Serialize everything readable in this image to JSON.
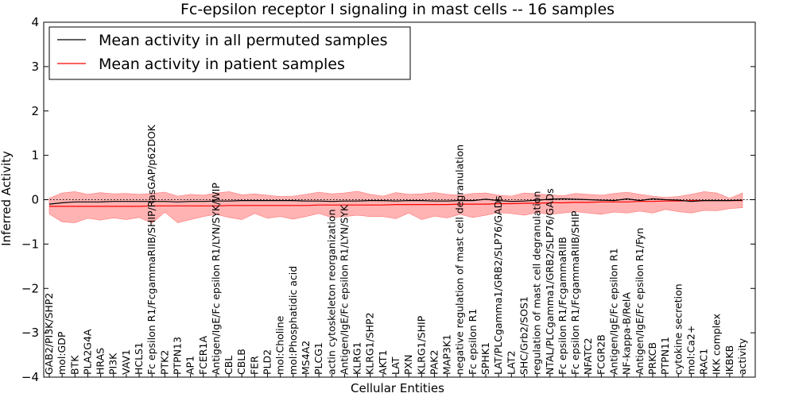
{
  "chart_data": {
    "type": "line",
    "title": "Fc-epsilon receptor I signaling in mast cells -- 16 samples",
    "xlabel": "Cellular Entities",
    "ylabel": "Inferred Activity",
    "ylim": [
      -4,
      4
    ],
    "yticks": [
      -4,
      -3,
      -2,
      -1,
      0,
      1,
      2,
      3,
      4
    ],
    "legend_position": "top-left",
    "zero_line": "dotted",
    "colors": {
      "permuted": "#000000",
      "patient": "#ff0000",
      "band": "#ff9999"
    },
    "categories": [
      "GAB2/PI3K/SHP2",
      "mol:GDP",
      "BTK",
      "PLA2G4A",
      "HRAS",
      "PI3K",
      "VAV1",
      "HCLS1",
      "Fc epsilon R1/FcgammaRIIB/SHIP/RasGAP/p62DOK",
      "PTK2",
      "PTPN13",
      "AP1",
      "FCER1A",
      "Antigen/IgE/Fc epsilon R1/LYN/SYK/WIP",
      "CBL",
      "CBLB",
      "FER",
      "PLD2",
      "mol:Choline",
      "mol:Phosphatidic acid",
      "MS4A2",
      "PLCG1",
      "actin cytoskeleton reorganization",
      "Antigen/IgE/Fc epsilon R1/LYN/SYK",
      "KLRG1",
      "KLRG1/SHP2",
      "AKT1",
      "LAT",
      "PXN",
      "KLRG1/SHIP",
      "PAK2",
      "MAP3K1",
      "negative regulation of mast cell degranulation",
      "Fc epsilon R1",
      "SPHK1",
      "LAT/PLCgamma1/GRB2/SLP76/GADs",
      "LAT2",
      "SHC/Grb2/SOS1",
      "regulation of mast cell degranulation",
      "NTAL/PLCgamma1/GRB2/SLP76/GADs",
      "Fc epsilon R1/FcgammaRIIB",
      "Fc epsilon R1/FcgammaRIIB/SHIP",
      "NFATC2",
      "FCGR2B",
      "Antigen/IgE/Fc epsilon R1",
      "NF-kappa-B/RelA",
      "Antigen/IgE/Fc epsilon R1/Fyn",
      "PRKCB",
      "PTPN11",
      "cytokine secretion",
      "mol:Ca2+",
      "RAC1",
      "IKK complex",
      "IKBKB",
      "activity"
    ],
    "series": [
      {
        "name": "Mean activity in all permuted samples",
        "values": [
          -0.1,
          -0.07,
          -0.05,
          -0.05,
          -0.05,
          -0.04,
          -0.04,
          -0.04,
          -0.04,
          -0.04,
          -0.05,
          -0.04,
          -0.04,
          -0.03,
          -0.03,
          -0.02,
          -0.02,
          -0.02,
          -0.02,
          -0.02,
          -0.03,
          -0.03,
          -0.04,
          -0.03,
          -0.03,
          -0.02,
          -0.02,
          -0.03,
          -0.02,
          -0.02,
          -0.03,
          -0.03,
          -0.02,
          -0.02,
          0.01,
          -0.02,
          -0.04,
          -0.03,
          -0.01,
          0.01,
          0.02,
          0.01,
          0.0,
          -0.01,
          -0.02,
          0.02,
          -0.02,
          0.02,
          0.0,
          -0.01,
          -0.04,
          -0.02,
          -0.02,
          -0.02,
          -0.01
        ]
      },
      {
        "name": "Mean activity in patient samples",
        "values": [
          -0.15,
          -0.15,
          -0.15,
          -0.15,
          -0.15,
          -0.15,
          -0.15,
          -0.15,
          -0.14,
          -0.14,
          -0.14,
          -0.14,
          -0.14,
          -0.14,
          -0.13,
          -0.13,
          -0.13,
          -0.13,
          -0.13,
          -0.13,
          -0.13,
          -0.12,
          -0.12,
          -0.12,
          -0.12,
          -0.12,
          -0.12,
          -0.11,
          -0.11,
          -0.11,
          -0.11,
          -0.11,
          -0.1,
          -0.1,
          -0.1,
          -0.09,
          -0.09,
          -0.08,
          -0.08,
          -0.07,
          -0.07,
          -0.06,
          -0.06,
          -0.05,
          -0.05,
          -0.05,
          -0.04,
          -0.04,
          -0.03,
          -0.03,
          -0.02,
          -0.02,
          -0.02,
          -0.02,
          -0.02
        ]
      }
    ],
    "band": {
      "upper": [
        0.03,
        0.15,
        0.18,
        0.12,
        0.16,
        0.13,
        0.14,
        0.12,
        0.14,
        0.17,
        0.08,
        0.12,
        0.1,
        0.15,
        0.18,
        0.11,
        0.13,
        0.1,
        0.07,
        0.08,
        0.12,
        0.17,
        0.13,
        0.15,
        0.19,
        0.12,
        0.08,
        0.16,
        0.12,
        0.13,
        0.16,
        0.12,
        0.1,
        0.14,
        0.15,
        0.1,
        0.08,
        0.15,
        0.13,
        0.11,
        0.09,
        0.14,
        0.12,
        0.1,
        0.14,
        0.17,
        0.12,
        0.08,
        0.05,
        0.07,
        0.12,
        0.18,
        0.15,
        0.03,
        0.15
      ],
      "lower": [
        -0.32,
        -0.5,
        -0.52,
        -0.42,
        -0.46,
        -0.41,
        -0.45,
        -0.4,
        -0.53,
        -0.28,
        -0.52,
        -0.45,
        -0.38,
        -0.33,
        -0.4,
        -0.45,
        -0.31,
        -0.42,
        -0.38,
        -0.44,
        -0.38,
        -0.31,
        -0.4,
        -0.38,
        -0.35,
        -0.38,
        -0.38,
        -0.43,
        -0.3,
        -0.45,
        -0.37,
        -0.41,
        -0.33,
        -0.4,
        -0.35,
        -0.29,
        -0.31,
        -0.35,
        -0.29,
        -0.33,
        -0.3,
        -0.27,
        -0.3,
        -0.33,
        -0.28,
        -0.3,
        -0.26,
        -0.3,
        -0.22,
        -0.27,
        -0.3,
        -0.24,
        -0.25,
        -0.2,
        -0.18
      ]
    }
  }
}
